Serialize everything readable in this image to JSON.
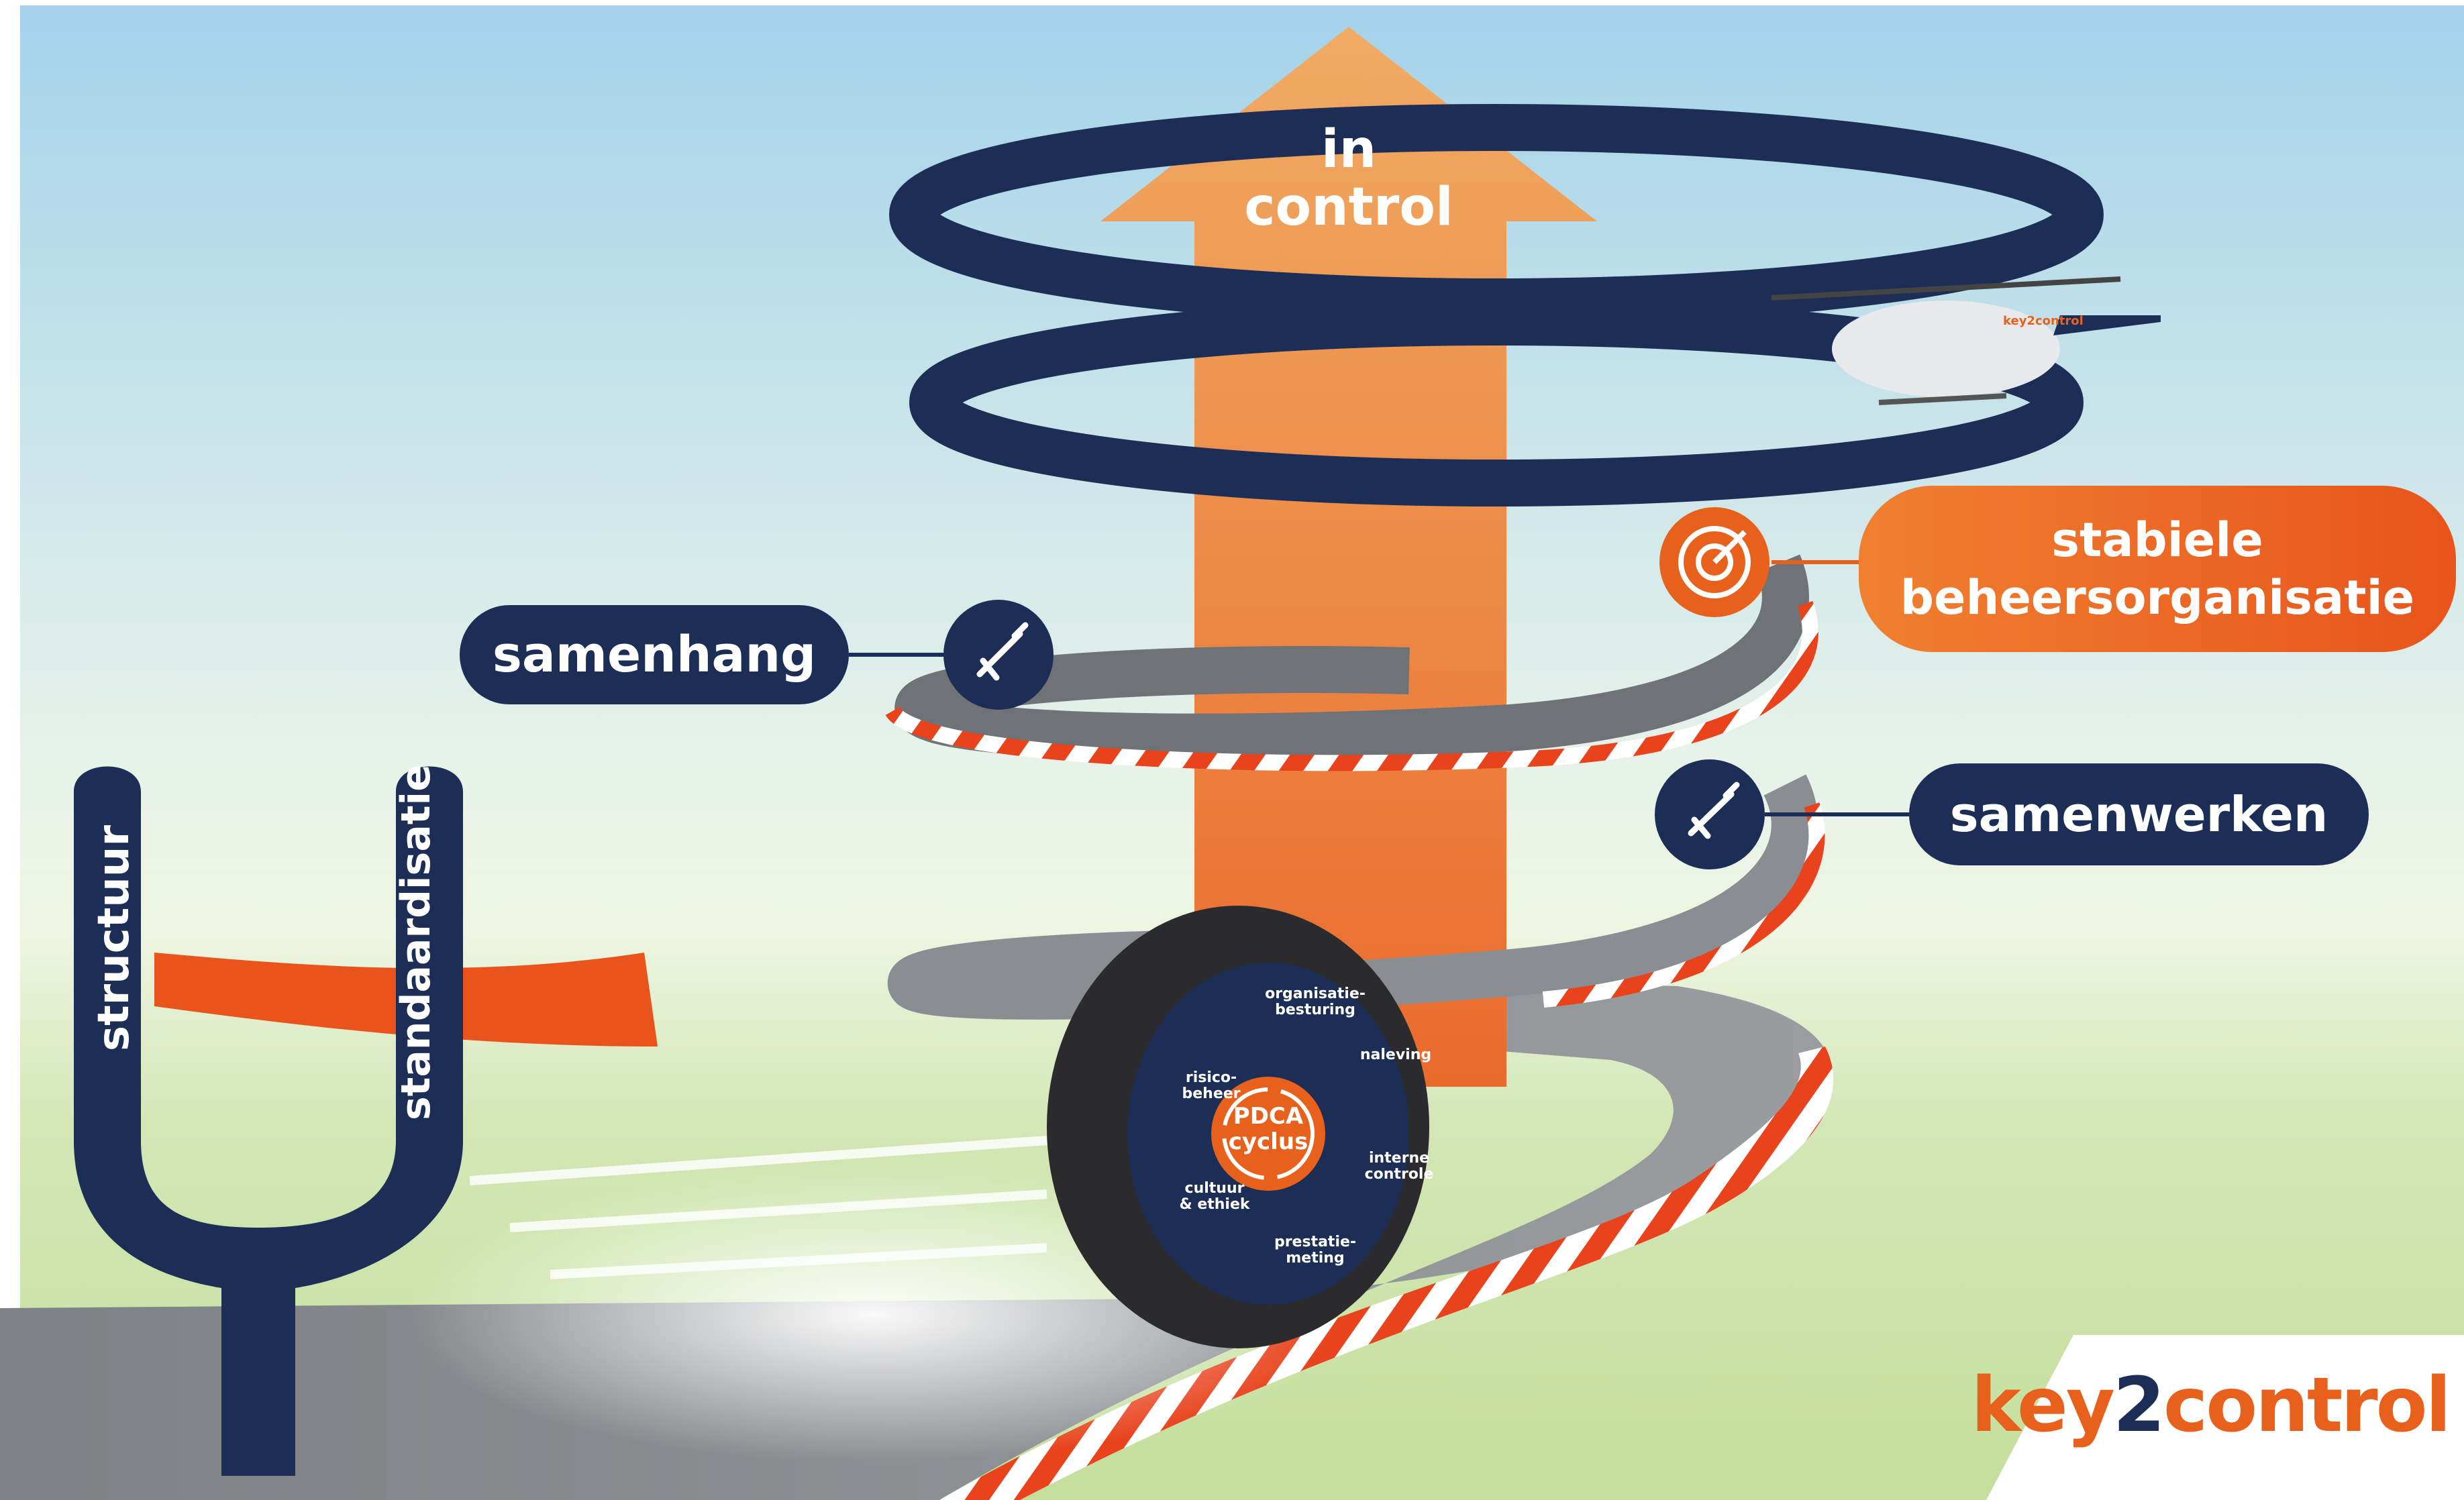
{
  "arrow": {
    "line1": "in",
    "line2": "control"
  },
  "labels": {
    "samenhang": "samenhang",
    "samenwerken": "samenwerken",
    "stabiele_line1": "stabiele",
    "stabiele_line2": "beheersorganisatie"
  },
  "slingshot": {
    "left_arm": "structuur",
    "right_arm": "standaardisatie"
  },
  "tire": {
    "center_line1": "PDCA",
    "center_line2": "cyclus",
    "segments": [
      {
        "line1": "organisatie-",
        "line2": "besturing"
      },
      {
        "line1": "naleving",
        "line2": ""
      },
      {
        "line1": "interne",
        "line2": "controle"
      },
      {
        "line1": "prestatie-",
        "line2": "meting"
      },
      {
        "line1": "cultuur",
        "line2": "& ethiek"
      },
      {
        "line1": "risico-",
        "line2": "beheer"
      }
    ]
  },
  "helicopter": {
    "brand": "key2control"
  },
  "brand": {
    "part1": "key",
    "part2": "2",
    "part3": "control"
  },
  "colors": {
    "navy": "#1c2e56",
    "orange": "#e8611c",
    "orange_light": "#f29a4e",
    "sky_top": "#a9d6ec",
    "grass": "#c8e0a8",
    "road": "#8a8d91",
    "curb_red": "#e8431c"
  },
  "icons": [
    "rocket-icon",
    "target-icon",
    "rocket-icon"
  ]
}
